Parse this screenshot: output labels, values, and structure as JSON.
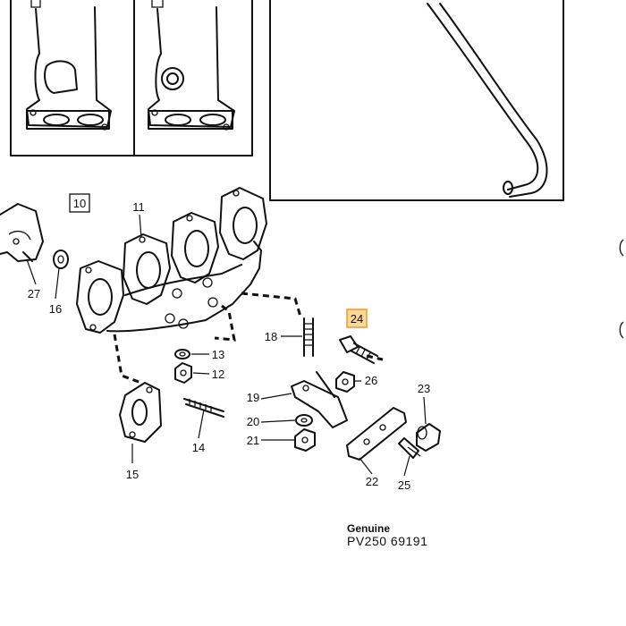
{
  "callouts": {
    "p10": "10",
    "p11": "11",
    "p12": "12",
    "p13": "13",
    "p14": "14",
    "p15": "15",
    "p16": "16",
    "p18": "18",
    "p19": "19",
    "p20": "20",
    "p21": "21",
    "p22": "22",
    "p23": "23",
    "p24": "24",
    "p25": "25",
    "p26": "26",
    "p27": "27"
  },
  "highlight_color": "#f0a030",
  "highlight_fill": "#fbd79a",
  "stamp": {
    "brand": "Genuine",
    "part_number": "PV250 69191"
  }
}
